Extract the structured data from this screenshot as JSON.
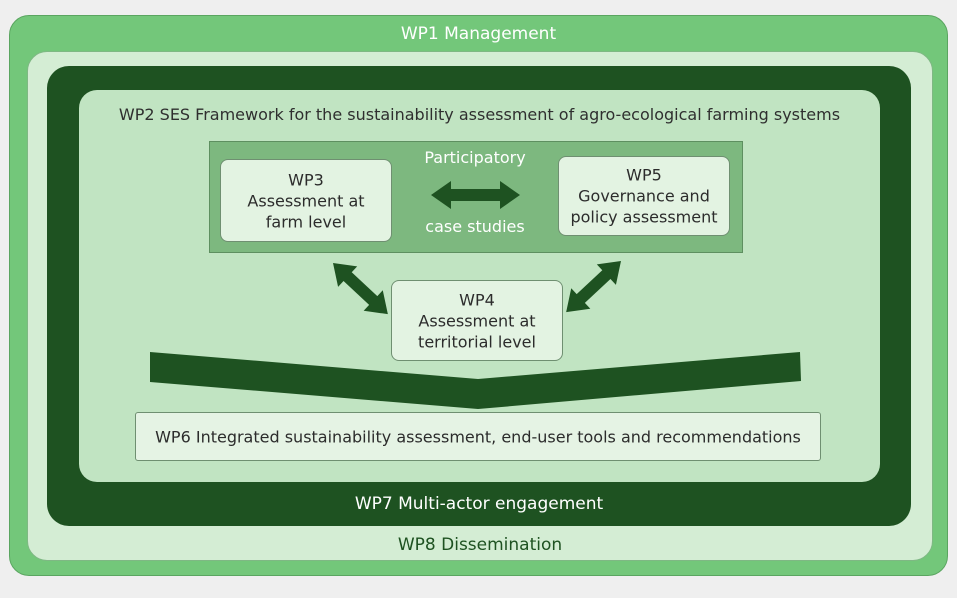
{
  "wp1": {
    "title": "WP1 Management"
  },
  "wp8": {
    "title": "WP8 Dissemination"
  },
  "wp7": {
    "title": "WP7 Multi-actor engagement"
  },
  "wp2": {
    "title": "WP2 SES Framework for the sustainability assessment of agro-ecological farming systems"
  },
  "participatory": {
    "line1": "Participatory",
    "line2": "case studies"
  },
  "wp3": {
    "line1": "WP3",
    "line2": "Assessment at",
    "line3": "farm level"
  },
  "wp5": {
    "line1": "WP5",
    "line2": "Governance and",
    "line3": "policy assessment"
  },
  "wp4": {
    "line1": "WP4",
    "line2": "Assessment at",
    "line3": "territorial level"
  },
  "wp6": {
    "title": "WP6 Integrated sustainability assessment, end-user tools and recommendations"
  },
  "colors": {
    "outer_green": "#73c77a",
    "pale_green": "#d4edd4",
    "dark_green": "#1e5221",
    "mid_green": "#c1e4c2",
    "case_green": "#7db87f",
    "box_fill": "#e3f3e2"
  }
}
